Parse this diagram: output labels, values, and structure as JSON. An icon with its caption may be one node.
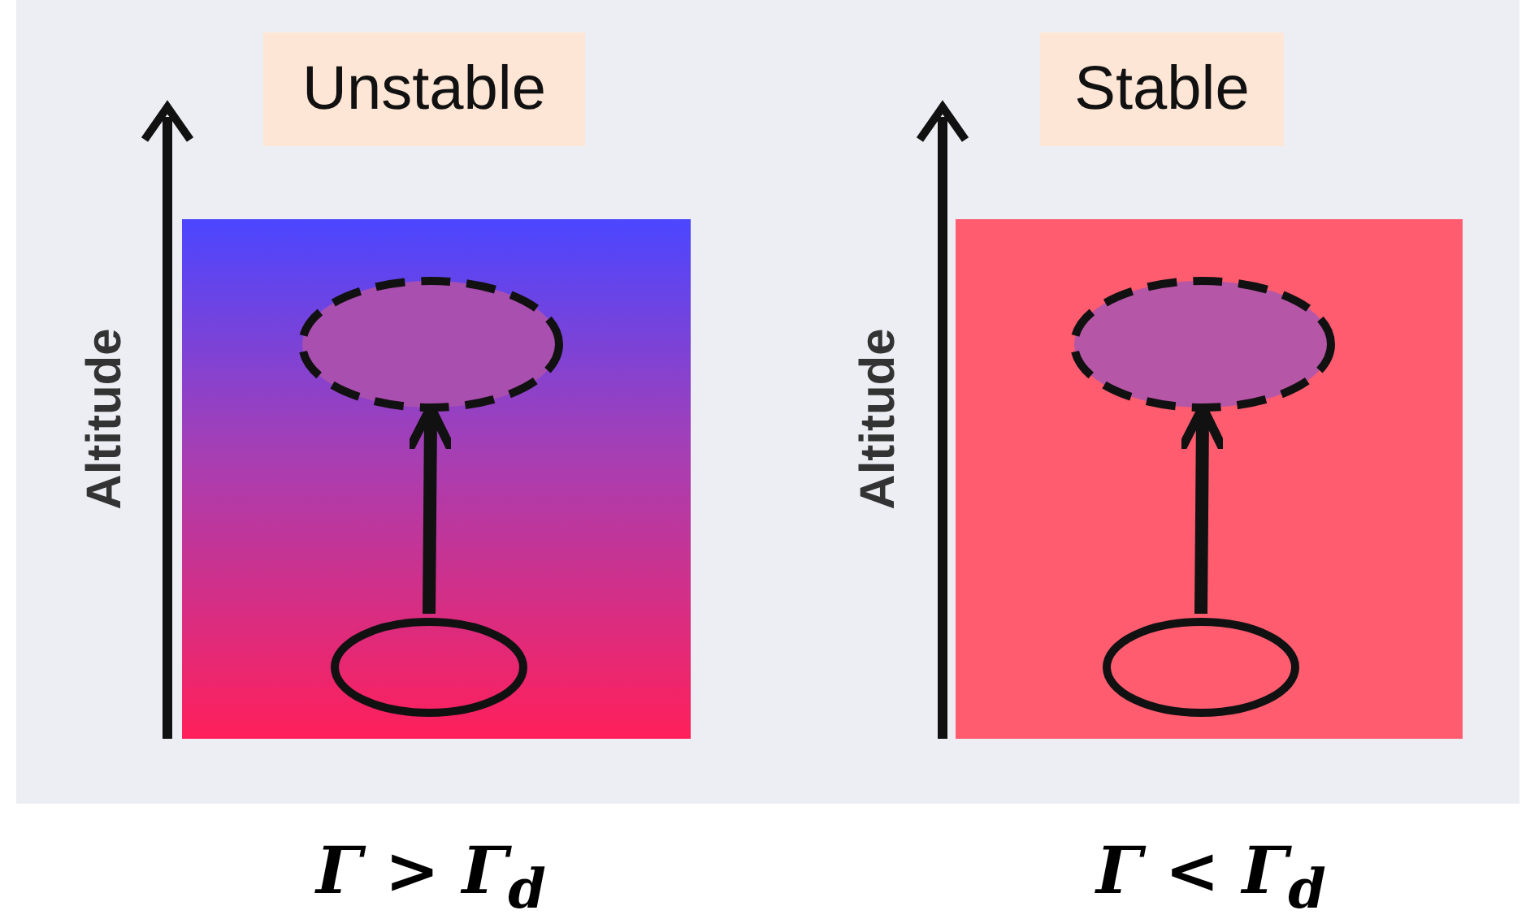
{
  "diagram": {
    "nodes": [
      {
        "text": [
          "Unstable"
        ]
      },
      {
        "text": [],
        "shape": "ellipse"
      },
      {
        "text": [],
        "shape": "ellipse"
      },
      {
        "text": [
          "Stable"
        ]
      },
      {
        "text": [],
        "shape": "ellipse"
      },
      {
        "text": [],
        "shape": "ellipse"
      }
    ],
    "edges": [
      {
        "from": 2,
        "to": 1,
        "arrow": "to"
      },
      {
        "from": 5,
        "to": 4,
        "arrow": "to"
      }
    ],
    "labels": [
      "Altitude",
      "Altitude",
      "Γ > Γ$_{d}$",
      "Γ < Γ$_{d}$"
    ]
  }
}
